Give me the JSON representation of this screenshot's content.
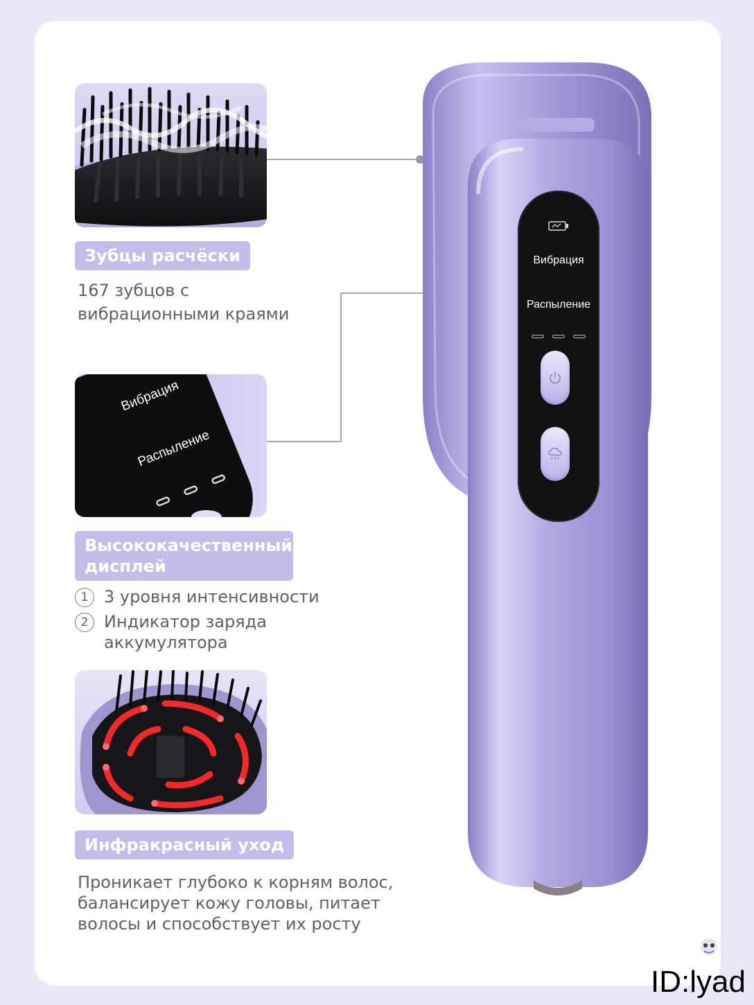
{
  "sections": [
    {
      "title": "Зубцы расчёски",
      "description_lines": [
        "167 зубцов с",
        "вибрационными краями"
      ]
    },
    {
      "title_lines": [
        "Высококачественный",
        "дисплей"
      ],
      "items": [
        {
          "num": "1",
          "text_lines": [
            "3 уровня интенсивности"
          ]
        },
        {
          "num": "2",
          "text_lines": [
            "Индикатор заряда",
            "аккумулятора"
          ]
        }
      ]
    },
    {
      "title": "Инфракрасный уход",
      "description_lines": [
        "Проникает глубоко к корням волос,",
        "балансирует кожу головы, питает",
        "волосы и способствует их росту"
      ]
    }
  ],
  "device": {
    "screen_vibration": "Вибрация",
    "screen_spray": "Распыление",
    "closeup_vibration": "Вибрация",
    "closeup_spray": "Распыление",
    "battery_icon": "battery-icon",
    "power_icon": "power-icon",
    "spray_icon": "cloud-spray-icon"
  },
  "watermark": "ID:lyad",
  "colors": {
    "badge": "#c5bcea",
    "device": "#aaa0de",
    "infrared": "#ff2020",
    "connector": "#8f89a5"
  }
}
